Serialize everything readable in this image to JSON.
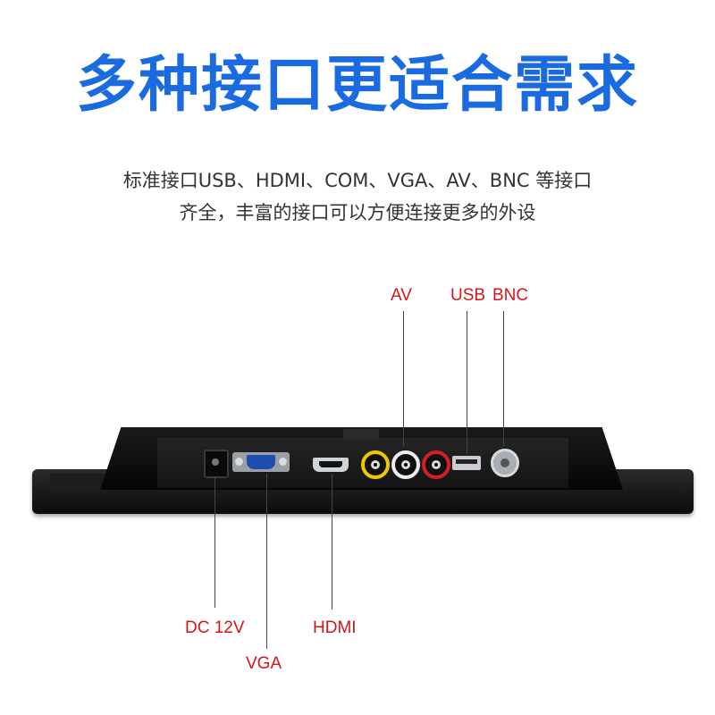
{
  "header": {
    "title": "多种接口更适合需求",
    "subtitle_line1": "标准接口USB、HDMI、COM、VGA、AV、BNC 等接口",
    "subtitle_line2": "齐全，丰富的接口可以方便连接更多的外设"
  },
  "ports": {
    "av": "AV",
    "usb": "USB",
    "bnc": "BNC",
    "dc": "DC 12V",
    "hdmi": "HDMI",
    "vga": "VGA"
  },
  "colors": {
    "title": "#1a6be0",
    "label": "#d8141b",
    "body_text": "#333333"
  }
}
